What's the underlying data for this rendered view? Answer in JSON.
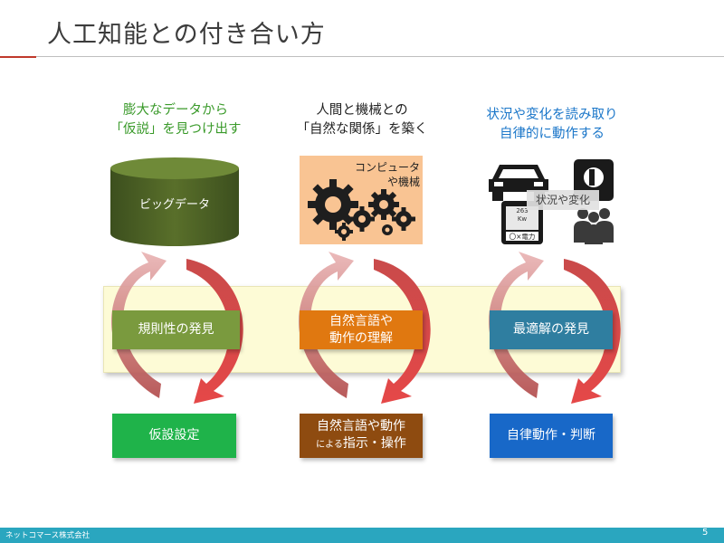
{
  "page": {
    "title": "人工知能との付き合い方",
    "footer": "ネットコマース株式会社",
    "page_number": "5"
  },
  "columns": [
    {
      "caption_line1": "膨大なデータから",
      "caption_line2": "「仮説」を見つけ出す",
      "icon_label": "ビッグデータ",
      "middle_box": "規則性の発見",
      "bottom_box_line1": "仮設設定",
      "color_top": "#7a9a3e",
      "color_bottom": "#1fb34a"
    },
    {
      "caption_line1": "人間と機械との",
      "caption_line2": "「自然な関係」を築く",
      "icon_label_line1": "コンピュータ",
      "icon_label_line2": "や機械",
      "middle_box_line1": "自然言語や",
      "middle_box_line2": "動作の理解",
      "bottom_box_line1": "自然言語や動作",
      "bottom_box_small": "による",
      "bottom_box_line2": "指示・操作",
      "color_top": "#e07810",
      "color_bottom": "#8e4b10"
    },
    {
      "caption_line1": "状況や変化を読み取り",
      "caption_line2": "自律的に動作する",
      "icon_label": "状況や変化",
      "meter_value": "263",
      "meter_unit": "Kw",
      "meter_caption": "〇×電力",
      "middle_box": "最適解の発見",
      "bottom_box_line1": "自律動作・判断",
      "color_top": "#2f7ea0",
      "color_bottom": "#1868c8"
    }
  ]
}
